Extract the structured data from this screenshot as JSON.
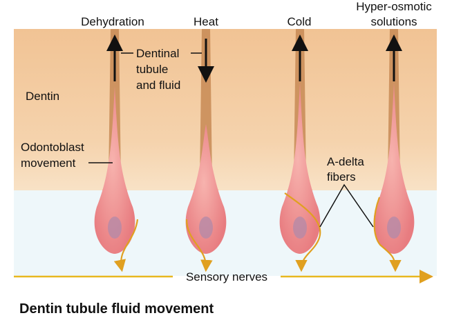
{
  "columns": [
    {
      "label": "Dehydration",
      "flow": "up"
    },
    {
      "label": "Heat",
      "flow": "down"
    },
    {
      "label": "Cold",
      "flow": "up"
    },
    {
      "label_line1": "Hyper-osmotic",
      "label_line2": "solutions",
      "flow": "up"
    }
  ],
  "labels": {
    "dentinal_line1": "Dentinal",
    "dentinal_line2": "tubule",
    "dentinal_line3": "and fluid",
    "dentin": "Dentin",
    "odontoblast_line1": "Odontoblast",
    "odontoblast_line2": "movement",
    "adelta_line1": "A-delta",
    "adelta_line2": "fibers",
    "sensory": "Sensory nerves"
  },
  "title": "Dentin tubule fluid movement",
  "colors": {
    "dentin": "#f3c99a",
    "pulp": "#eef7fa",
    "nerve": "#e0a020",
    "cell": "#ee8f8f",
    "nucleus": "#b58aa8"
  }
}
